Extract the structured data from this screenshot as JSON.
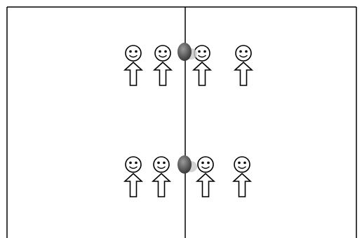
{
  "colors": {
    "background": "#ffffff",
    "line": "#000000",
    "figure_stroke": "#000000",
    "figure_fill": "#ffffff",
    "ball_dark": "#3a3a3a",
    "ball_light": "#9a9a9a",
    "shadow": "#c8c8c8"
  },
  "icons": {
    "person": "smiley-person-with-up-arrow-body",
    "ball": "gray-oval-ball"
  },
  "groups": [
    {
      "name": "top-group",
      "people": 4,
      "ball": true
    },
    {
      "name": "bottom-group",
      "people": 4,
      "ball": true
    }
  ]
}
